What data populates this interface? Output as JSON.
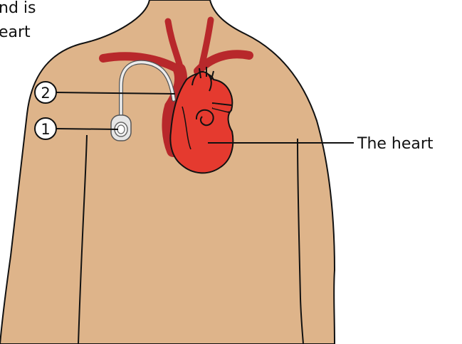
{
  "partial_text": {
    "line1": "nd is",
    "line2": "eart"
  },
  "callouts": [
    {
      "number": "2"
    },
    {
      "number": "1"
    }
  ],
  "labels": {
    "heart": "The heart"
  },
  "colors": {
    "skin": "#deb48a",
    "outline": "#111111",
    "heart": "#e53a2f",
    "vessel": "#b8282b",
    "device": "#e6e6e6"
  }
}
